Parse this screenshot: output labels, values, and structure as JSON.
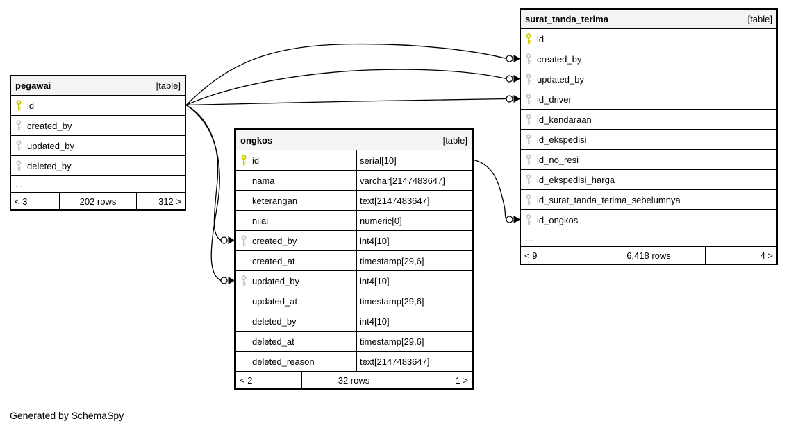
{
  "diagram": {
    "generated_by": "Generated by SchemaSpy",
    "colors": {
      "primary_key": "#cccc00",
      "foreign_key": "#c8c8c8",
      "header_bg": "#f4f4f4",
      "border": "#000000",
      "background": "#ffffff"
    }
  },
  "tables": [
    {
      "name": "pegawai",
      "type_label": "[table]",
      "columns": [
        {
          "name": "id",
          "key": "primary"
        },
        {
          "name": "created_by",
          "key": "foreign"
        },
        {
          "name": "updated_by",
          "key": "foreign"
        },
        {
          "name": "deleted_by",
          "key": "foreign"
        },
        {
          "name": "..."
        }
      ],
      "footer": {
        "left": "< 3",
        "center": "202 rows",
        "right": "312 >"
      }
    },
    {
      "name": "ongkos",
      "type_label": "[table]",
      "columns": [
        {
          "name": "id",
          "type": "serial[10]",
          "key": "primary"
        },
        {
          "name": "nama",
          "type": "varchar[2147483647]"
        },
        {
          "name": "keterangan",
          "type": "text[2147483647]"
        },
        {
          "name": "nilai",
          "type": "numeric[0]"
        },
        {
          "name": "created_by",
          "type": "int4[10]",
          "key": "foreign"
        },
        {
          "name": "created_at",
          "type": "timestamp[29,6]"
        },
        {
          "name": "updated_by",
          "type": "int4[10]",
          "key": "foreign"
        },
        {
          "name": "updated_at",
          "type": "timestamp[29,6]"
        },
        {
          "name": "deleted_by",
          "type": "int4[10]"
        },
        {
          "name": "deleted_at",
          "type": "timestamp[29,6]"
        },
        {
          "name": "deleted_reason",
          "type": "text[2147483647]"
        }
      ],
      "footer": {
        "left": "< 2",
        "center": "32 rows",
        "right": "1 >"
      }
    },
    {
      "name": "surat_tanda_terima",
      "type_label": "[table]",
      "columns": [
        {
          "name": "id",
          "key": "primary"
        },
        {
          "name": "created_by",
          "key": "foreign"
        },
        {
          "name": "updated_by",
          "key": "foreign"
        },
        {
          "name": "id_driver",
          "key": "foreign"
        },
        {
          "name": "id_kendaraan",
          "key": "foreign"
        },
        {
          "name": "id_ekspedisi",
          "key": "foreign"
        },
        {
          "name": "id_no_resi",
          "key": "foreign"
        },
        {
          "name": "id_ekspedisi_harga",
          "key": "foreign"
        },
        {
          "name": "id_surat_tanda_terima_sebelumnya",
          "key": "foreign"
        },
        {
          "name": "id_ongkos",
          "key": "foreign"
        },
        {
          "name": "..."
        }
      ],
      "footer": {
        "left": "< 9",
        "center": "6,418 rows",
        "right": "4 >"
      }
    }
  ],
  "relationships": [
    {
      "from": "pegawai.id",
      "to": "surat_tanda_terima.created_by"
    },
    {
      "from": "pegawai.id",
      "to": "surat_tanda_terima.updated_by"
    },
    {
      "from": "pegawai.id",
      "to": "surat_tanda_terima.id_driver"
    },
    {
      "from": "pegawai.id",
      "to": "ongkos.created_by"
    },
    {
      "from": "pegawai.id",
      "to": "ongkos.updated_by"
    },
    {
      "from": "ongkos.id",
      "to": "surat_tanda_terima.id_ongkos"
    }
  ]
}
